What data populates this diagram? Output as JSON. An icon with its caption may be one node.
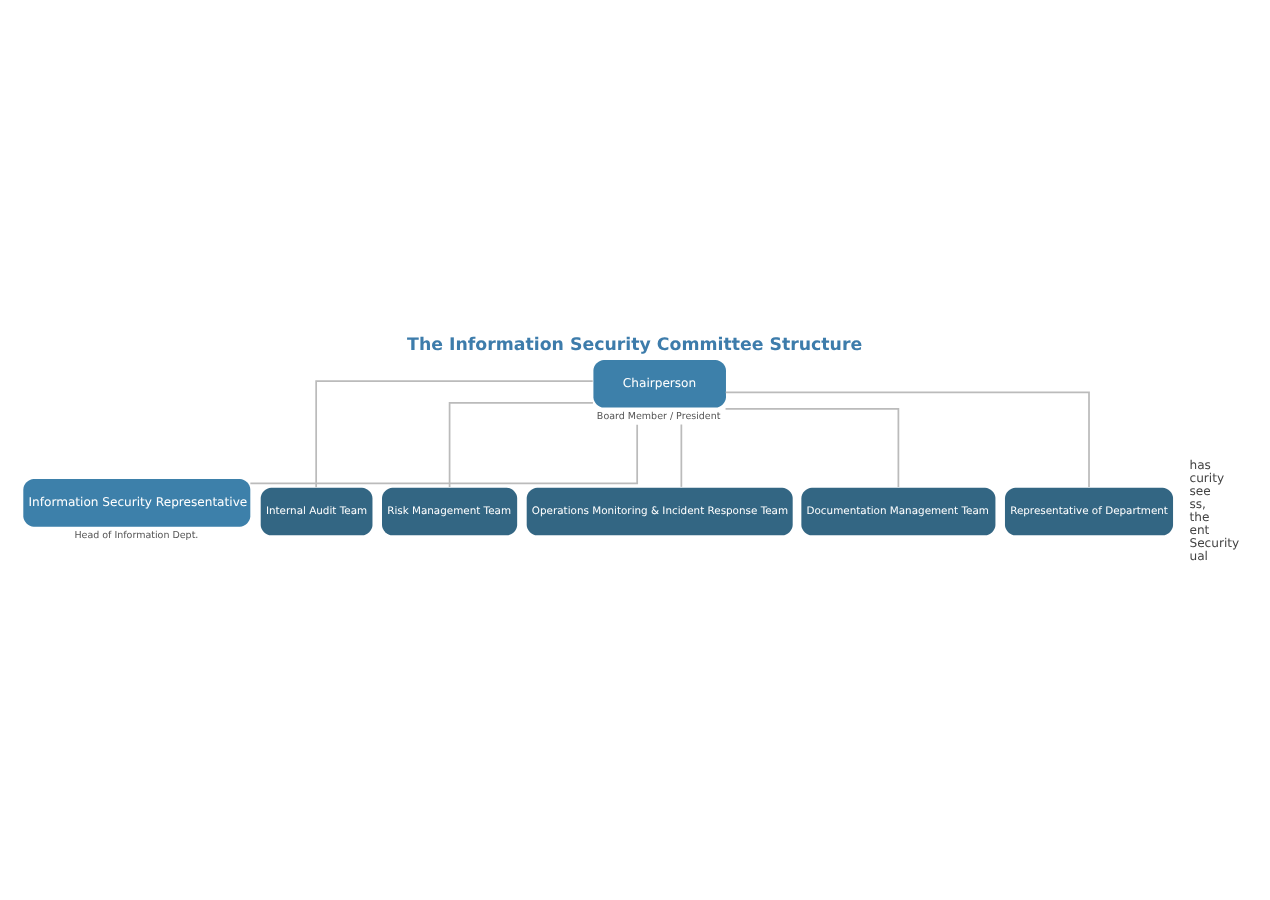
{
  "diagram": {
    "title": "The Information Security Committee Structure",
    "nodes": [
      {
        "text": [
          "Chairperson"
        ],
        "beside": [
          "Board Member / President"
        ]
      },
      {
        "text": [
          "Information Security Representative"
        ],
        "beside": [
          "Head of Information Dept."
        ]
      },
      {
        "text": [
          "Internal Audit Team"
        ]
      },
      {
        "text": [
          "Risk Management Team"
        ]
      },
      {
        "text": [
          "Operations Monitoring & Incident Response Team"
        ]
      },
      {
        "text": [
          "Documentation Management Team"
        ]
      },
      {
        "text": [
          "Representative of Department"
        ]
      }
    ],
    "edges": [
      {
        "from": 0,
        "to": 1,
        "arrow": "none"
      },
      {
        "from": 0,
        "to": 2,
        "arrow": "none"
      },
      {
        "from": 0,
        "to": 3,
        "arrow": "none"
      },
      {
        "from": 0,
        "to": 4,
        "arrow": "none"
      },
      {
        "from": 0,
        "to": 5,
        "arrow": "none"
      },
      {
        "from": 0,
        "to": 6,
        "arrow": "none"
      }
    ],
    "labels": [
      "has",
      "curity",
      "see",
      "ss,",
      "the",
      "ent",
      "Security",
      "ual"
    ]
  }
}
